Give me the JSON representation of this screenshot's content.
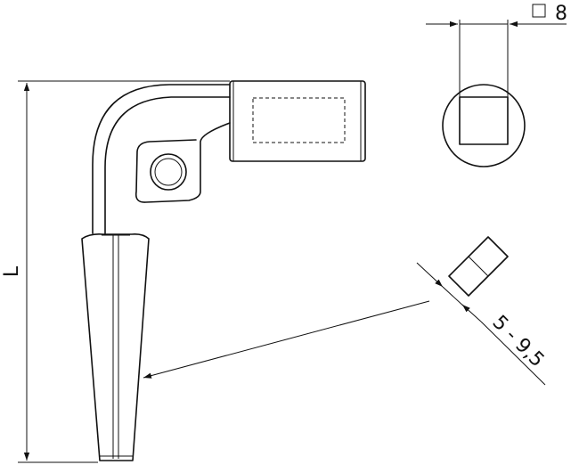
{
  "dimensions": {
    "length_label": "L",
    "square_label": "8",
    "range_label": "5 - 9,5"
  },
  "symbols": {
    "square": "square-symbol"
  }
}
